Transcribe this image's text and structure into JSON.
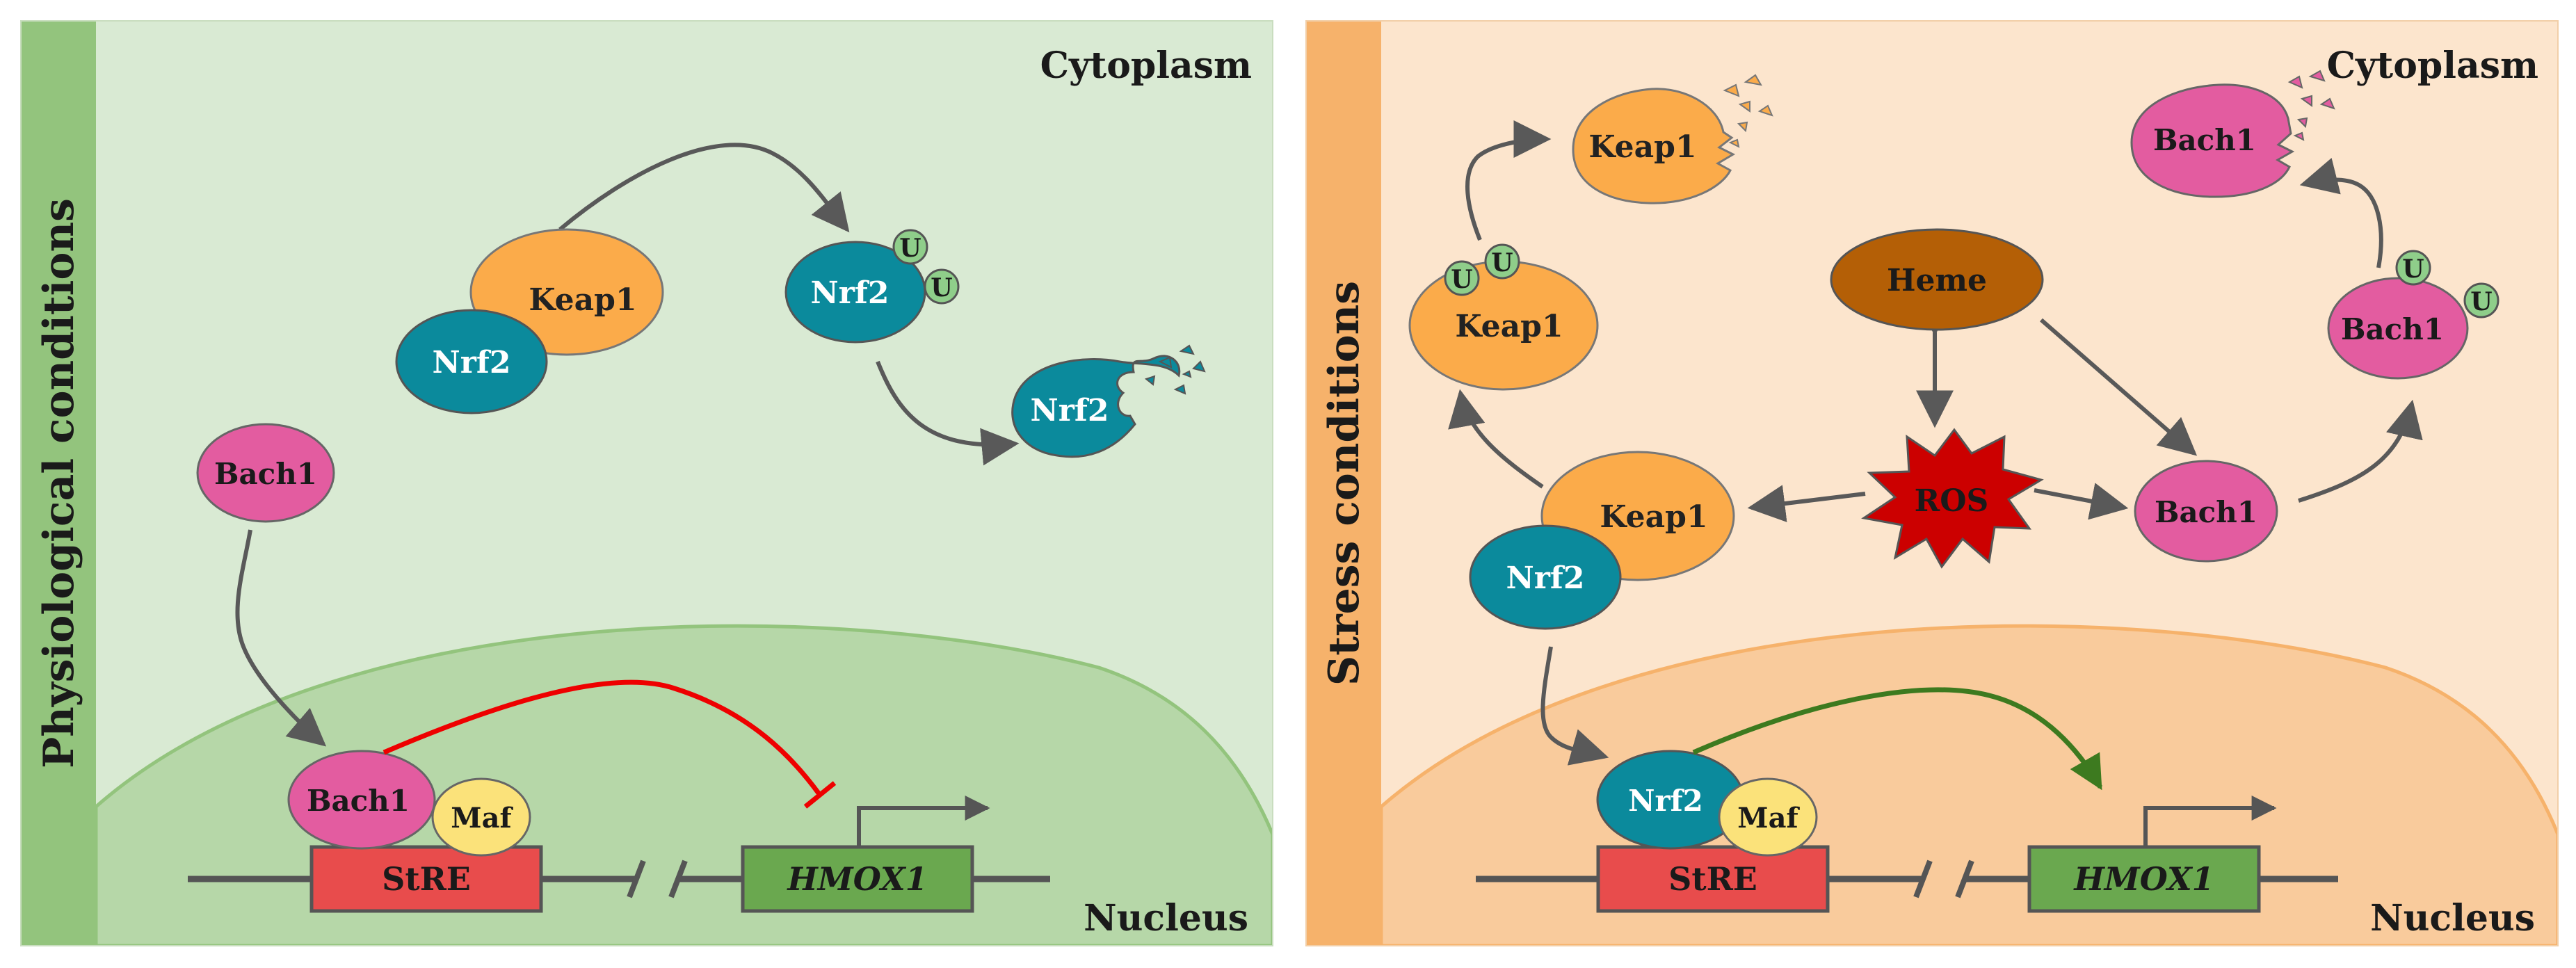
{
  "left_panel": {
    "side_title": "Physiological conditions",
    "cytoplasm_label": "Cytoplasm",
    "nucleus_label": "Nucleus",
    "keap1": "Keap1",
    "nrf2": "Nrf2",
    "nrf2_ub": "Nrf2",
    "nrf2_degraded": "Nrf2",
    "ub": "U",
    "bach1_free": "Bach1",
    "bach1_bound": "Bach1",
    "maf": "Maf",
    "stre": "StRE",
    "hmox1": "HMOX1"
  },
  "right_panel": {
    "side_title": "Stress conditions",
    "cytoplasm_label": "Cytoplasm",
    "nucleus_label": "Nucleus",
    "keap1_degraded": "Keap1",
    "keap1_ub": "Keap1",
    "keap1_complex": "Keap1",
    "nrf2_complex": "Nrf2",
    "heme": "Heme",
    "ros": "ROS",
    "bach1_degraded": "Bach1",
    "bach1_ub": "Bach1",
    "bach1": "Bach1",
    "ub": "U",
    "nrf2_bound": "Nrf2",
    "maf": "Maf",
    "stre": "StRE",
    "hmox1": "HMOX1"
  },
  "colors": {
    "left_bg": "#d9ead3",
    "left_side": "#93c47d",
    "left_nucleus": "#b6d7a8",
    "right_bg": "#fce5cd",
    "right_side": "#f6b26b",
    "right_nucleus": "#f9cb9c",
    "keap1": "#fbab4a",
    "nrf2": "#0b8a9c",
    "bach1": "#e35ca0",
    "maf": "#fbe27a",
    "stre": "#e84c4c",
    "hmox1": "#6aa84f",
    "heme": "#b45f06",
    "ros": "#cc0000",
    "ub": "#8fce8a",
    "inhibit": "#ee0000",
    "activate": "#3d7a1f",
    "arrow": "#595959"
  }
}
